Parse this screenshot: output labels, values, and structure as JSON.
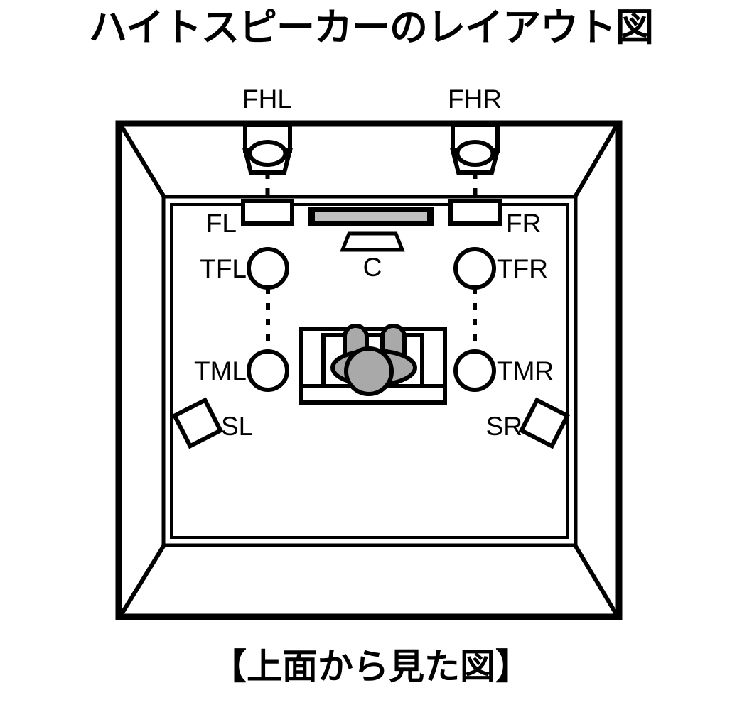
{
  "page": {
    "title": "ハイトスピーカーのレイアウト図",
    "caption": "【上面から見た図】",
    "background_color": "#ffffff",
    "line_color": "#000000",
    "fill_gray": "#a9a9a9",
    "tv_screen_color": "#c0c0c0"
  },
  "labels": {
    "fhl": "FHL",
    "fhr": "FHR",
    "fl": "FL",
    "fr": "FR",
    "tfl": "TFL",
    "tfr": "TFR",
    "tml": "TML",
    "tmr": "TMR",
    "sl": "SL",
    "sr": "SR",
    "center": "C"
  },
  "elements": {
    "room": "room-perspective-box",
    "tv": "television",
    "sofa": "sofa",
    "listener": "seated-listener",
    "ceiling_speaker_left": "fhl-ceiling-speaker",
    "ceiling_speaker_right": "fhr-ceiling-speaker",
    "front_speaker_left": "fl-front-speaker",
    "front_speaker_right": "fr-front-speaker",
    "top_front_left": "tfl-in-ceiling-speaker",
    "top_front_right": "tfr-in-ceiling-speaker",
    "top_middle_left": "tml-in-ceiling-speaker",
    "top_middle_right": "tmr-in-ceiling-speaker",
    "surround_left": "sl-surround-speaker",
    "surround_right": "sr-surround-speaker"
  }
}
